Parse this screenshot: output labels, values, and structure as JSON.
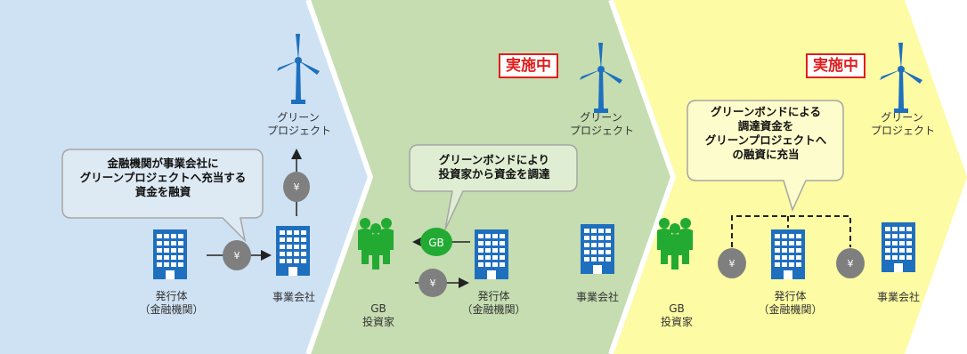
{
  "colors": {
    "panel1": "#cfe2f3",
    "panel2": "#c5ddb0",
    "panel3": "#fdfba3",
    "building": "#1f6fbf",
    "investor": "#22aa33",
    "coin": "#7f7f7f",
    "badge": "#e01e1e"
  },
  "panels": [
    {
      "project_label": [
        "グリーン",
        "プロジェクト"
      ],
      "bubble": [
        "金融機関が事業会社に",
        "グリーンプロジェクトへ充当する",
        "資金を融資"
      ],
      "issuer_label": [
        "発行体",
        "（金融機関）"
      ],
      "company_label": "事業会社",
      "yen": "¥"
    },
    {
      "status_badge": "実施中",
      "project_label": [
        "グリーン",
        "プロジェクト"
      ],
      "bubble": [
        "グリーンボンドにより",
        "投資家から資金を調達"
      ],
      "investor_label": [
        "GB",
        "投資家"
      ],
      "gb_coin": "GB",
      "issuer_label": [
        "発行体",
        "（金融機関）"
      ],
      "company_label": "事業会社",
      "yen": "¥"
    },
    {
      "status_badge": "実施中",
      "project_label": [
        "グリーン",
        "プロジェクト"
      ],
      "bubble": [
        "グリーンボンドによる",
        "調達資金を",
        "グリーンプロジェクトへ",
        "の融資に充当"
      ],
      "investor_label": [
        "GB",
        "投資家"
      ],
      "issuer_label": [
        "発行体",
        "（金融機関）"
      ],
      "company_label": "事業会社",
      "yen": "¥"
    }
  ]
}
